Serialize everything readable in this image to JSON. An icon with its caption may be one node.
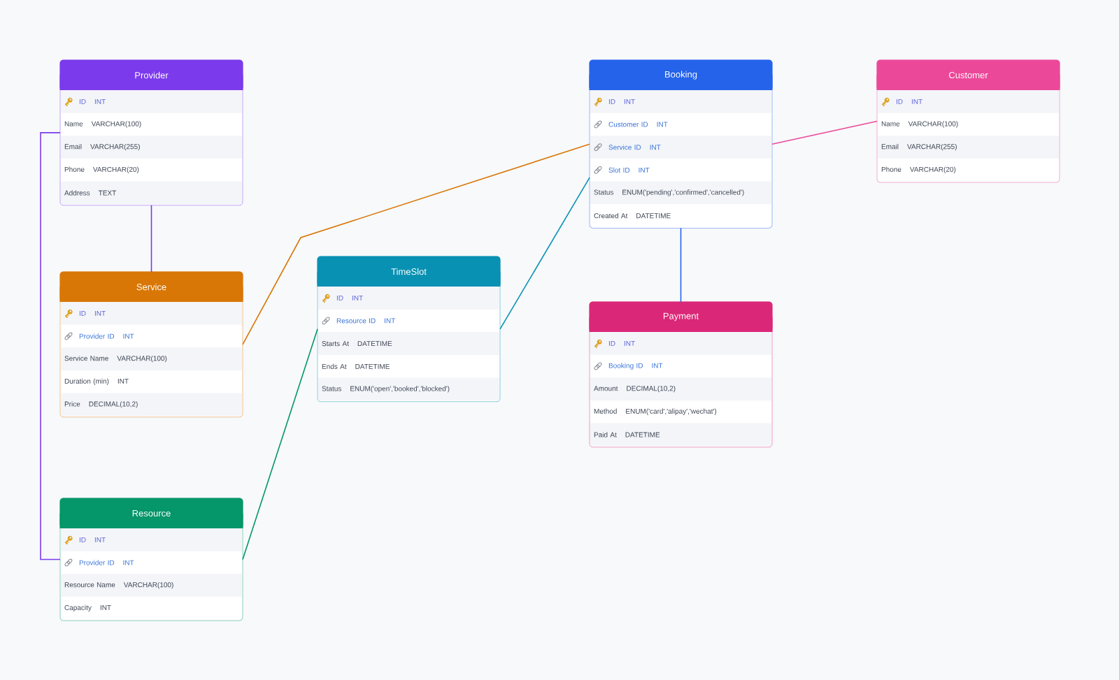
{
  "diagram": {
    "nodes": [
      {
        "text": [
          "Provider"
        ]
      },
      {
        "text": [
          "ID",
          "INT"
        ],
        "in": 0
      },
      {
        "text": [
          "Name",
          "VARCHAR(100)"
        ],
        "in": 0
      },
      {
        "text": [
          "Email",
          "VARCHAR(255)"
        ],
        "in": 0
      },
      {
        "text": [
          "Phone",
          "VARCHAR(20)"
        ],
        "in": 0
      },
      {
        "text": [
          "Address",
          "TEXT"
        ],
        "in": 0
      },
      {
        "text": [
          "Service"
        ]
      },
      {
        "text": [
          "ID",
          "INT"
        ],
        "in": 6
      },
      {
        "text": [
          "Provider ID",
          "INT"
        ],
        "in": 6
      },
      {
        "text": [
          "Service Name",
          "VARCHAR(100)"
        ],
        "in": 6
      },
      {
        "text": [
          "Duration (min)",
          "INT"
        ],
        "in": 6
      },
      {
        "text": [
          "Price",
          "DECIMAL(10,2)"
        ],
        "in": 6
      },
      {
        "text": [
          "Resource"
        ]
      },
      {
        "text": [
          "ID",
          "INT"
        ],
        "in": 12
      },
      {
        "text": [
          "Provider ID",
          "INT"
        ],
        "in": 12
      },
      {
        "text": [
          "Resource Name",
          "VARCHAR(100)"
        ],
        "in": 12
      },
      {
        "text": [
          "Capacity",
          "INT"
        ],
        "in": 12
      },
      {
        "text": [
          "TimeSlot"
        ]
      },
      {
        "text": [
          "ID",
          "INT"
        ],
        "in": 17
      },
      {
        "text": [
          "Resource ID",
          "INT"
        ],
        "in": 17
      },
      {
        "text": [
          "Starts At",
          "DATETIME"
        ],
        "in": 17
      },
      {
        "text": [
          "Ends At",
          "DATETIME"
        ],
        "in": 17
      },
      {
        "text": [
          "Status",
          "ENUM('open','booked','blocked')"
        ],
        "in": 17
      },
      {
        "text": [
          "Booking"
        ]
      },
      {
        "text": [
          "ID",
          "INT"
        ],
        "in": 23
      },
      {
        "text": [
          "Customer ID",
          "INT"
        ],
        "in": 23
      },
      {
        "text": [
          "Service ID",
          "INT"
        ],
        "in": 23
      },
      {
        "text": [
          "Slot ID",
          "INT"
        ],
        "in": 23
      },
      {
        "text": [
          "Status",
          "ENUM('pending','confirmed','cancelled')"
        ],
        "in": 23
      },
      {
        "text": [
          "Created At",
          "DATETIME"
        ],
        "in": 23
      },
      {
        "text": [
          "Customer"
        ]
      },
      {
        "text": [
          "ID",
          "INT"
        ],
        "in": 30
      },
      {
        "text": [
          "Name",
          "VARCHAR(100)"
        ],
        "in": 30
      },
      {
        "text": [
          "Email",
          "VARCHAR(255)"
        ],
        "in": 30
      },
      {
        "text": [
          "Phone",
          "VARCHAR(20)"
        ],
        "in": 30
      },
      {
        "text": [
          "Payment"
        ]
      },
      {
        "text": [
          "ID",
          "INT"
        ],
        "in": 35
      },
      {
        "text": [
          "Booking ID",
          "INT"
        ],
        "in": 35
      },
      {
        "text": [
          "Amount",
          "DECIMAL(10,2)"
        ],
        "in": 35
      },
      {
        "text": [
          "Method",
          "ENUM('card','alipay','wechat')"
        ],
        "in": 35
      },
      {
        "text": [
          "Paid At",
          "DATETIME"
        ],
        "in": 35
      }
    ],
    "edges": [
      {
        "from": 0,
        "to": 6,
        "arrow": "none",
        "color": "#7c3aed"
      },
      {
        "from": 0,
        "to": 12,
        "arrow": "none",
        "color": "#7c3aed"
      },
      {
        "from": 6,
        "to": 23,
        "arrow": "none",
        "color": "#d97706"
      },
      {
        "from": 12,
        "to": 17,
        "arrow": "none",
        "color": "#059669"
      },
      {
        "from": 17,
        "to": 23,
        "arrow": "none",
        "color": "#0891b2"
      },
      {
        "from": 30,
        "to": 23,
        "arrow": "none",
        "color": "#ec4899"
      },
      {
        "from": 23,
        "to": 35,
        "arrow": "none",
        "color": "#2563eb"
      }
    ]
  }
}
